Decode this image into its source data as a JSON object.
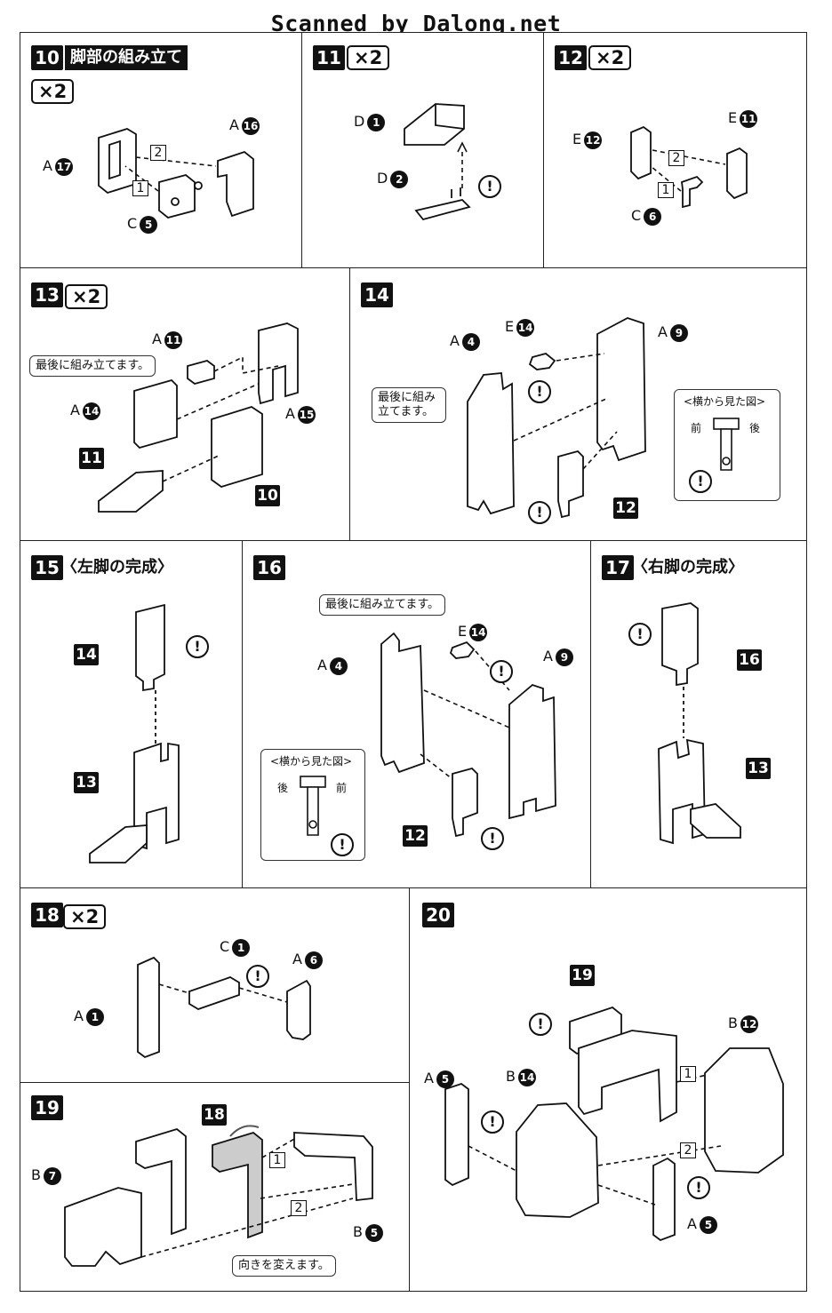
{
  "header": {
    "scan_credit": "Scanned by Dalong.net"
  },
  "common": {
    "warn": "!",
    "x2": "×2",
    "side_view": "<横から見た図>",
    "front": "前",
    "back": "後",
    "assemble_last": "最後に組み立てます。",
    "assemble_last_2line": [
      "最後に組み",
      "立てます。"
    ],
    "change_direction": "向きを変えます。"
  },
  "steps": {
    "s10": {
      "num": "10",
      "title": "脚部の組み立て",
      "parts": [
        {
          "letter": "A",
          "num": "16"
        },
        {
          "letter": "A",
          "num": "17"
        },
        {
          "letter": "C",
          "num": "5"
        }
      ],
      "seq": [
        "2",
        "1"
      ]
    },
    "s11": {
      "num": "11",
      "parts": [
        {
          "letter": "D",
          "num": "1"
        },
        {
          "letter": "D",
          "num": "2"
        }
      ]
    },
    "s12": {
      "num": "12",
      "parts": [
        {
          "letter": "E",
          "num": "11"
        },
        {
          "letter": "E",
          "num": "12"
        },
        {
          "letter": "C",
          "num": "6"
        }
      ],
      "seq": [
        "2",
        "1"
      ]
    },
    "s13": {
      "num": "13",
      "parts": [
        {
          "letter": "A",
          "num": "11"
        },
        {
          "letter": "A",
          "num": "14"
        },
        {
          "letter": "A",
          "num": "15"
        }
      ],
      "refs": [
        "11",
        "10"
      ]
    },
    "s14": {
      "num": "14",
      "parts": [
        {
          "letter": "A",
          "num": "4"
        },
        {
          "letter": "E",
          "num": "14"
        },
        {
          "letter": "A",
          "num": "9"
        }
      ],
      "refs": [
        "12"
      ]
    },
    "s15": {
      "num": "15",
      "title": "〈左脚の完成〉",
      "refs": [
        "14",
        "13"
      ]
    },
    "s16": {
      "num": "16",
      "parts": [
        {
          "letter": "A",
          "num": "4"
        },
        {
          "letter": "E",
          "num": "14"
        },
        {
          "letter": "A",
          "num": "9"
        }
      ],
      "refs": [
        "12"
      ]
    },
    "s17": {
      "num": "17",
      "title": "〈右脚の完成〉",
      "refs": [
        "16",
        "13"
      ]
    },
    "s18": {
      "num": "18",
      "parts": [
        {
          "letter": "C",
          "num": "1"
        },
        {
          "letter": "A",
          "num": "6"
        },
        {
          "letter": "A",
          "num": "1"
        }
      ]
    },
    "s19": {
      "num": "19",
      "parts": [
        {
          "letter": "B",
          "num": "7"
        },
        {
          "letter": "B",
          "num": "5"
        }
      ],
      "refs": [
        "18"
      ],
      "seq": [
        "1",
        "2"
      ]
    },
    "s20": {
      "num": "20",
      "parts": [
        {
          "letter": "B",
          "num": "12"
        },
        {
          "letter": "A",
          "num": "5"
        },
        {
          "letter": "B",
          "num": "14"
        },
        {
          "letter": "A",
          "num": "5"
        }
      ],
      "refs": [
        "19"
      ],
      "seq": [
        "1",
        "2"
      ]
    }
  }
}
